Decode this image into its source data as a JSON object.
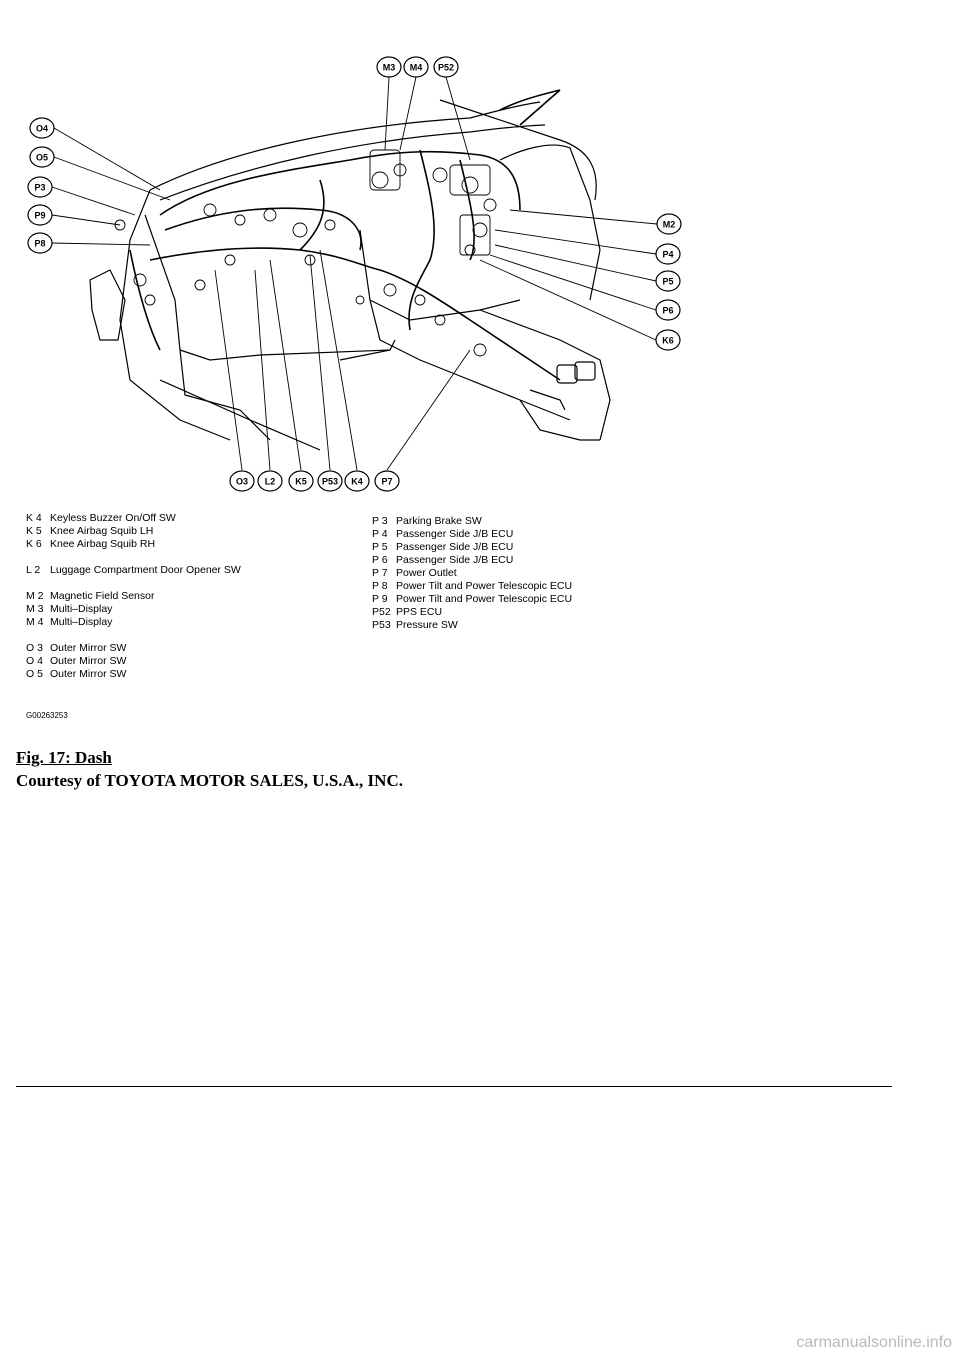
{
  "callouts": {
    "M3": "M3",
    "M4": "M4",
    "P52": "P52",
    "O4": "O4",
    "O5": "O5",
    "P3": "P3",
    "P9": "P9",
    "P8": "P8",
    "M2": "M2",
    "P4": "P4",
    "P5": "P5",
    "P6": "P6",
    "K6": "K6",
    "O3": "O3",
    "L2": "L2",
    "K5": "K5",
    "P53": "P53",
    "K4": "K4",
    "P7": "P7"
  },
  "legend_left": [
    {
      "code": "K 4",
      "desc": "Keyless Buzzer On/Off SW"
    },
    {
      "code": "K 5",
      "desc": "Knee Airbag Squib LH"
    },
    {
      "code": "K 6",
      "desc": "Knee Airbag Squib RH"
    },
    {
      "code": "",
      "desc": ""
    },
    {
      "code": "L 2",
      "desc": "Luggage Compartment Door Opener SW"
    },
    {
      "code": "",
      "desc": ""
    },
    {
      "code": "M 2",
      "desc": "Magnetic Field Sensor"
    },
    {
      "code": "M 3",
      "desc": "Multi–Display"
    },
    {
      "code": "M 4",
      "desc": "Multi–Display"
    },
    {
      "code": "",
      "desc": ""
    },
    {
      "code": "O 3",
      "desc": "Outer Mirror SW"
    },
    {
      "code": "O 4",
      "desc": "Outer Mirror SW"
    },
    {
      "code": "O 5",
      "desc": "Outer Mirror SW"
    }
  ],
  "legend_right": [
    {
      "code": "P 3",
      "desc": "Parking Brake SW"
    },
    {
      "code": "P 4",
      "desc": "Passenger Side J/B ECU"
    },
    {
      "code": "P 5",
      "desc": "Passenger Side J/B ECU"
    },
    {
      "code": "P 6",
      "desc": "Passenger Side J/B ECU"
    },
    {
      "code": "P 7",
      "desc": "Power Outlet"
    },
    {
      "code": "P 8",
      "desc": "Power Tilt and Power Telescopic ECU"
    },
    {
      "code": "P 9",
      "desc": "Power Tilt and Power Telescopic ECU"
    },
    {
      "code": "P52",
      "desc": "PPS ECU"
    },
    {
      "code": "P53",
      "desc": "Pressure SW"
    }
  ],
  "image_code": "G00263253",
  "caption": "Fig. 17: Dash",
  "courtesy": "Courtesy of TOYOTA MOTOR SALES, U.S.A., INC.",
  "watermark": "carmanualsonline.info"
}
